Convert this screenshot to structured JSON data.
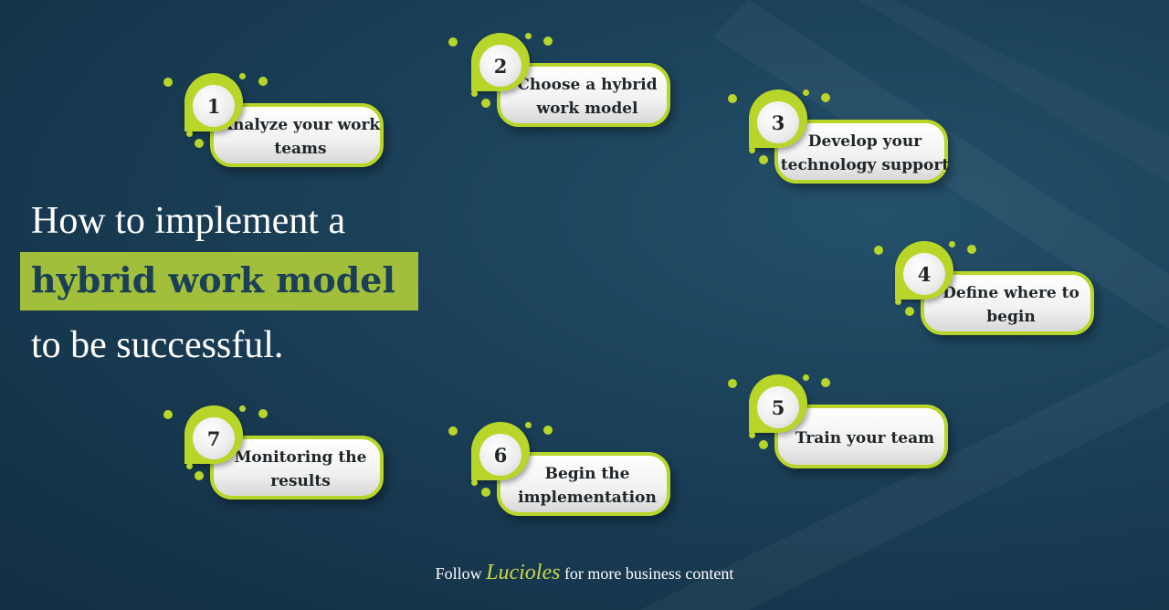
{
  "title": {
    "line1": "How to implement a",
    "line2": "hybrid work model",
    "line3": "to be successful."
  },
  "steps": [
    {
      "number": "1",
      "text": "Analyze your work teams"
    },
    {
      "number": "2",
      "text": "Choose a hybrid work model"
    },
    {
      "number": "3",
      "text": "Develop your technology support"
    },
    {
      "number": "4",
      "text": "Define where to begin"
    },
    {
      "number": "5",
      "text": "Train your team"
    },
    {
      "number": "6",
      "text": "Begin the implementation"
    },
    {
      "number": "7",
      "text": "Monitoring the results"
    }
  ],
  "footer": {
    "before": "Follow",
    "brand": "Lucioles",
    "after": "for more business content"
  },
  "colors": {
    "background": "#1a3f57",
    "accent": "#b8d62a",
    "highlight": "#a2bf3c",
    "text_dark": "#1f2528"
  }
}
